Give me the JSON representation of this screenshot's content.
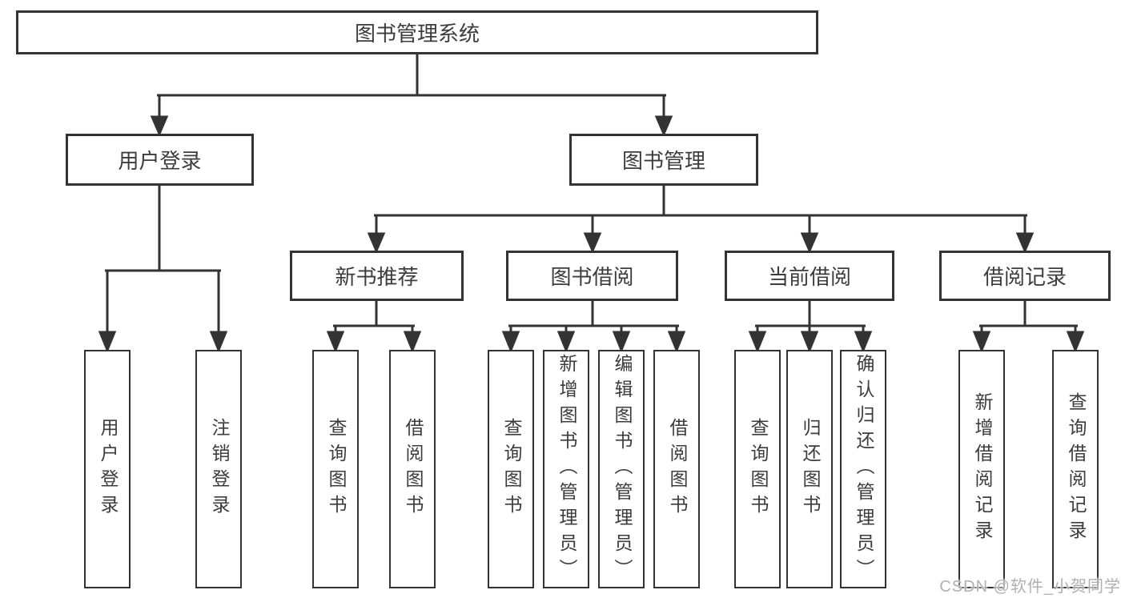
{
  "tree": {
    "root": "图书管理系统",
    "branches": [
      {
        "label": "用户登录",
        "leaves": [
          "用户登录",
          "注销登录"
        ]
      },
      {
        "label": "图书管理",
        "groups": [
          {
            "label": "新书推荐",
            "leaves": [
              "查询图书",
              "借阅图书"
            ]
          },
          {
            "label": "图书借阅",
            "leaves": [
              "查询图书",
              "新增图书（管理员）",
              "编辑图书（管理员）",
              "借阅图书"
            ]
          },
          {
            "label": "当前借阅",
            "leaves": [
              "查询图书",
              "归还图书",
              "确认归还（管理员）"
            ]
          },
          {
            "label": "借阅记录",
            "leaves": [
              "新增借阅记录",
              "查询借阅记录"
            ]
          }
        ]
      }
    ]
  },
  "watermark": "CSDN @软件_小贺同学",
  "colors": {
    "line": "#333333",
    "text": "#3c3c3c",
    "watermark": "#b0b0b0",
    "background": "#ffffff"
  }
}
